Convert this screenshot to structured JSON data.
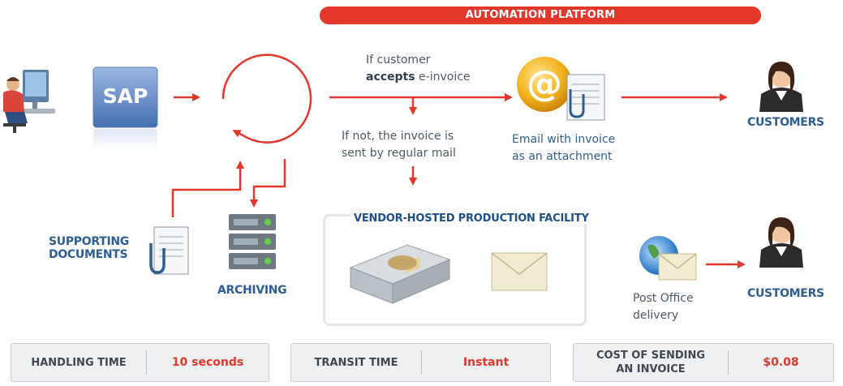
{
  "banner": "AUTOMATION PLATFORM",
  "source": {
    "label": "SAP"
  },
  "branch": {
    "if_line1": "If customer",
    "if_bold": "accepts",
    "if_rest": " e-invoice",
    "else_line1": "If not, the invoice is",
    "else_line2": "sent by regular mail"
  },
  "email": {
    "line1": "Email with invoice",
    "line2": "as an attachment"
  },
  "customers_top": "CUSTOMERS",
  "customers_bottom": "CUSTOMERS",
  "supporting": {
    "line1": "SUPPORTING",
    "line2": "DOCUMENTS"
  },
  "archiving": "ARCHIVING",
  "facility": {
    "title": "VENDOR-HOSTED PRODUCTION FACILITY"
  },
  "post_office": {
    "line1": "Post Office",
    "line2": "delivery"
  },
  "metrics": [
    {
      "label": "HANDLING TIME",
      "value": "10 seconds"
    },
    {
      "label": "TRANSIT TIME",
      "value": "Instant"
    },
    {
      "label_line1": "COST OF SENDING",
      "label_line2": "AN INVOICE",
      "value": "$0.08"
    }
  ],
  "colors": {
    "accent": "#e2372a",
    "blue": "#2c5e93",
    "gray_text": "#4d5a66"
  }
}
